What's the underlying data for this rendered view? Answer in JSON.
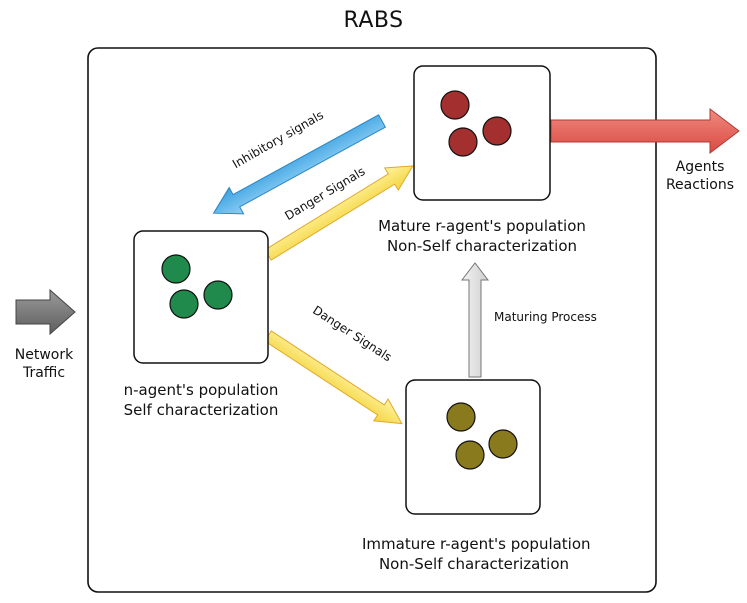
{
  "title": "RABS",
  "input": {
    "line1": "Network",
    "line2": "Traffic"
  },
  "output": {
    "line1": "Agents",
    "line2": "Reactions"
  },
  "populations": {
    "n_agent": {
      "line1": "n-agent's population",
      "line2": "Self characterization",
      "color": "#1f8a4c"
    },
    "mature": {
      "line1": "Mature r-agent's population",
      "line2": "Non-Self characterization",
      "color": "#a3302e"
    },
    "immature": {
      "line1": "Immature r-agent's population",
      "line2": "Non-Self characterization",
      "color": "#8a7a1e"
    }
  },
  "arrows": {
    "inhibitory": "Inhibitory signals",
    "danger_top": "Danger Signals",
    "danger_bottom": "Danger Signals",
    "maturing": "Maturing Process"
  },
  "colors": {
    "inhibitory_fill": "#5bb4ea",
    "danger_fill": "#f7de5a",
    "output_fill": "#e4574f",
    "input_fill": "#777777",
    "maturing_fill": "#e0e0e0"
  }
}
